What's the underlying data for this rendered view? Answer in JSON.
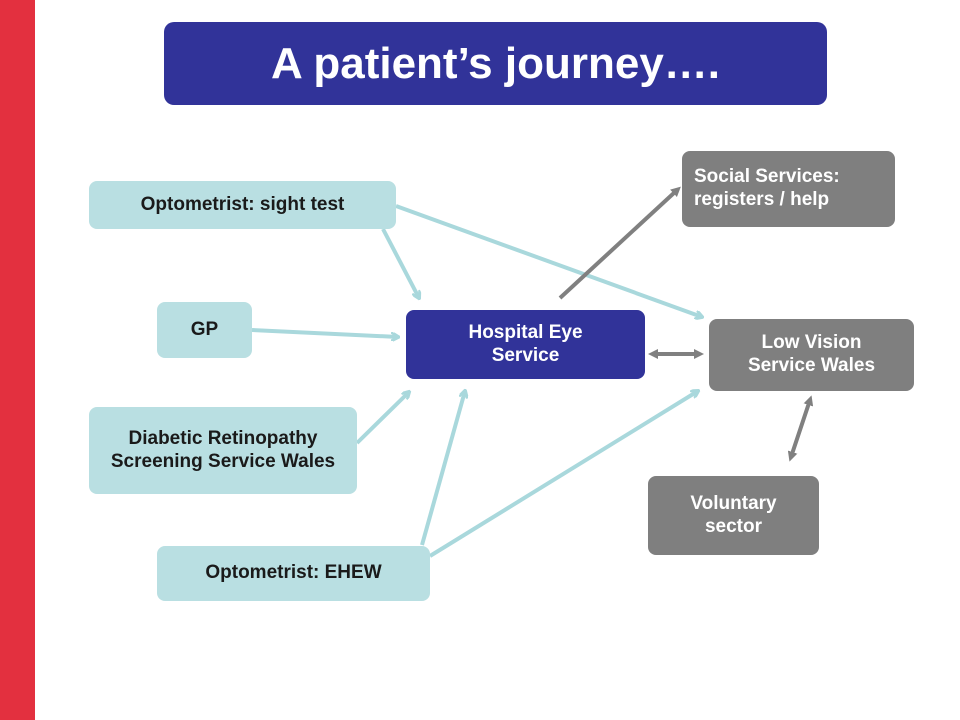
{
  "title": "A patient’s journey….",
  "nodes": {
    "optometrist_sight": "Optometrist: sight test",
    "gp": "GP",
    "diabetic": "Diabetic Retinopathy Screening Service Wales",
    "optometrist_ehew": "Optometrist: EHEW",
    "hospital": "Hospital Eye Service",
    "social": "Social Services: registers / help",
    "low_vision": "Low Vision Service Wales",
    "voluntary": "Voluntary sector"
  },
  "colors": {
    "accent_red": "#e3303f",
    "navy": "#313399",
    "light_teal": "#b9dfe2",
    "gray": "#7f7f7f",
    "arrow_light": "#a9d8dc",
    "arrow_gray": "#808080"
  }
}
